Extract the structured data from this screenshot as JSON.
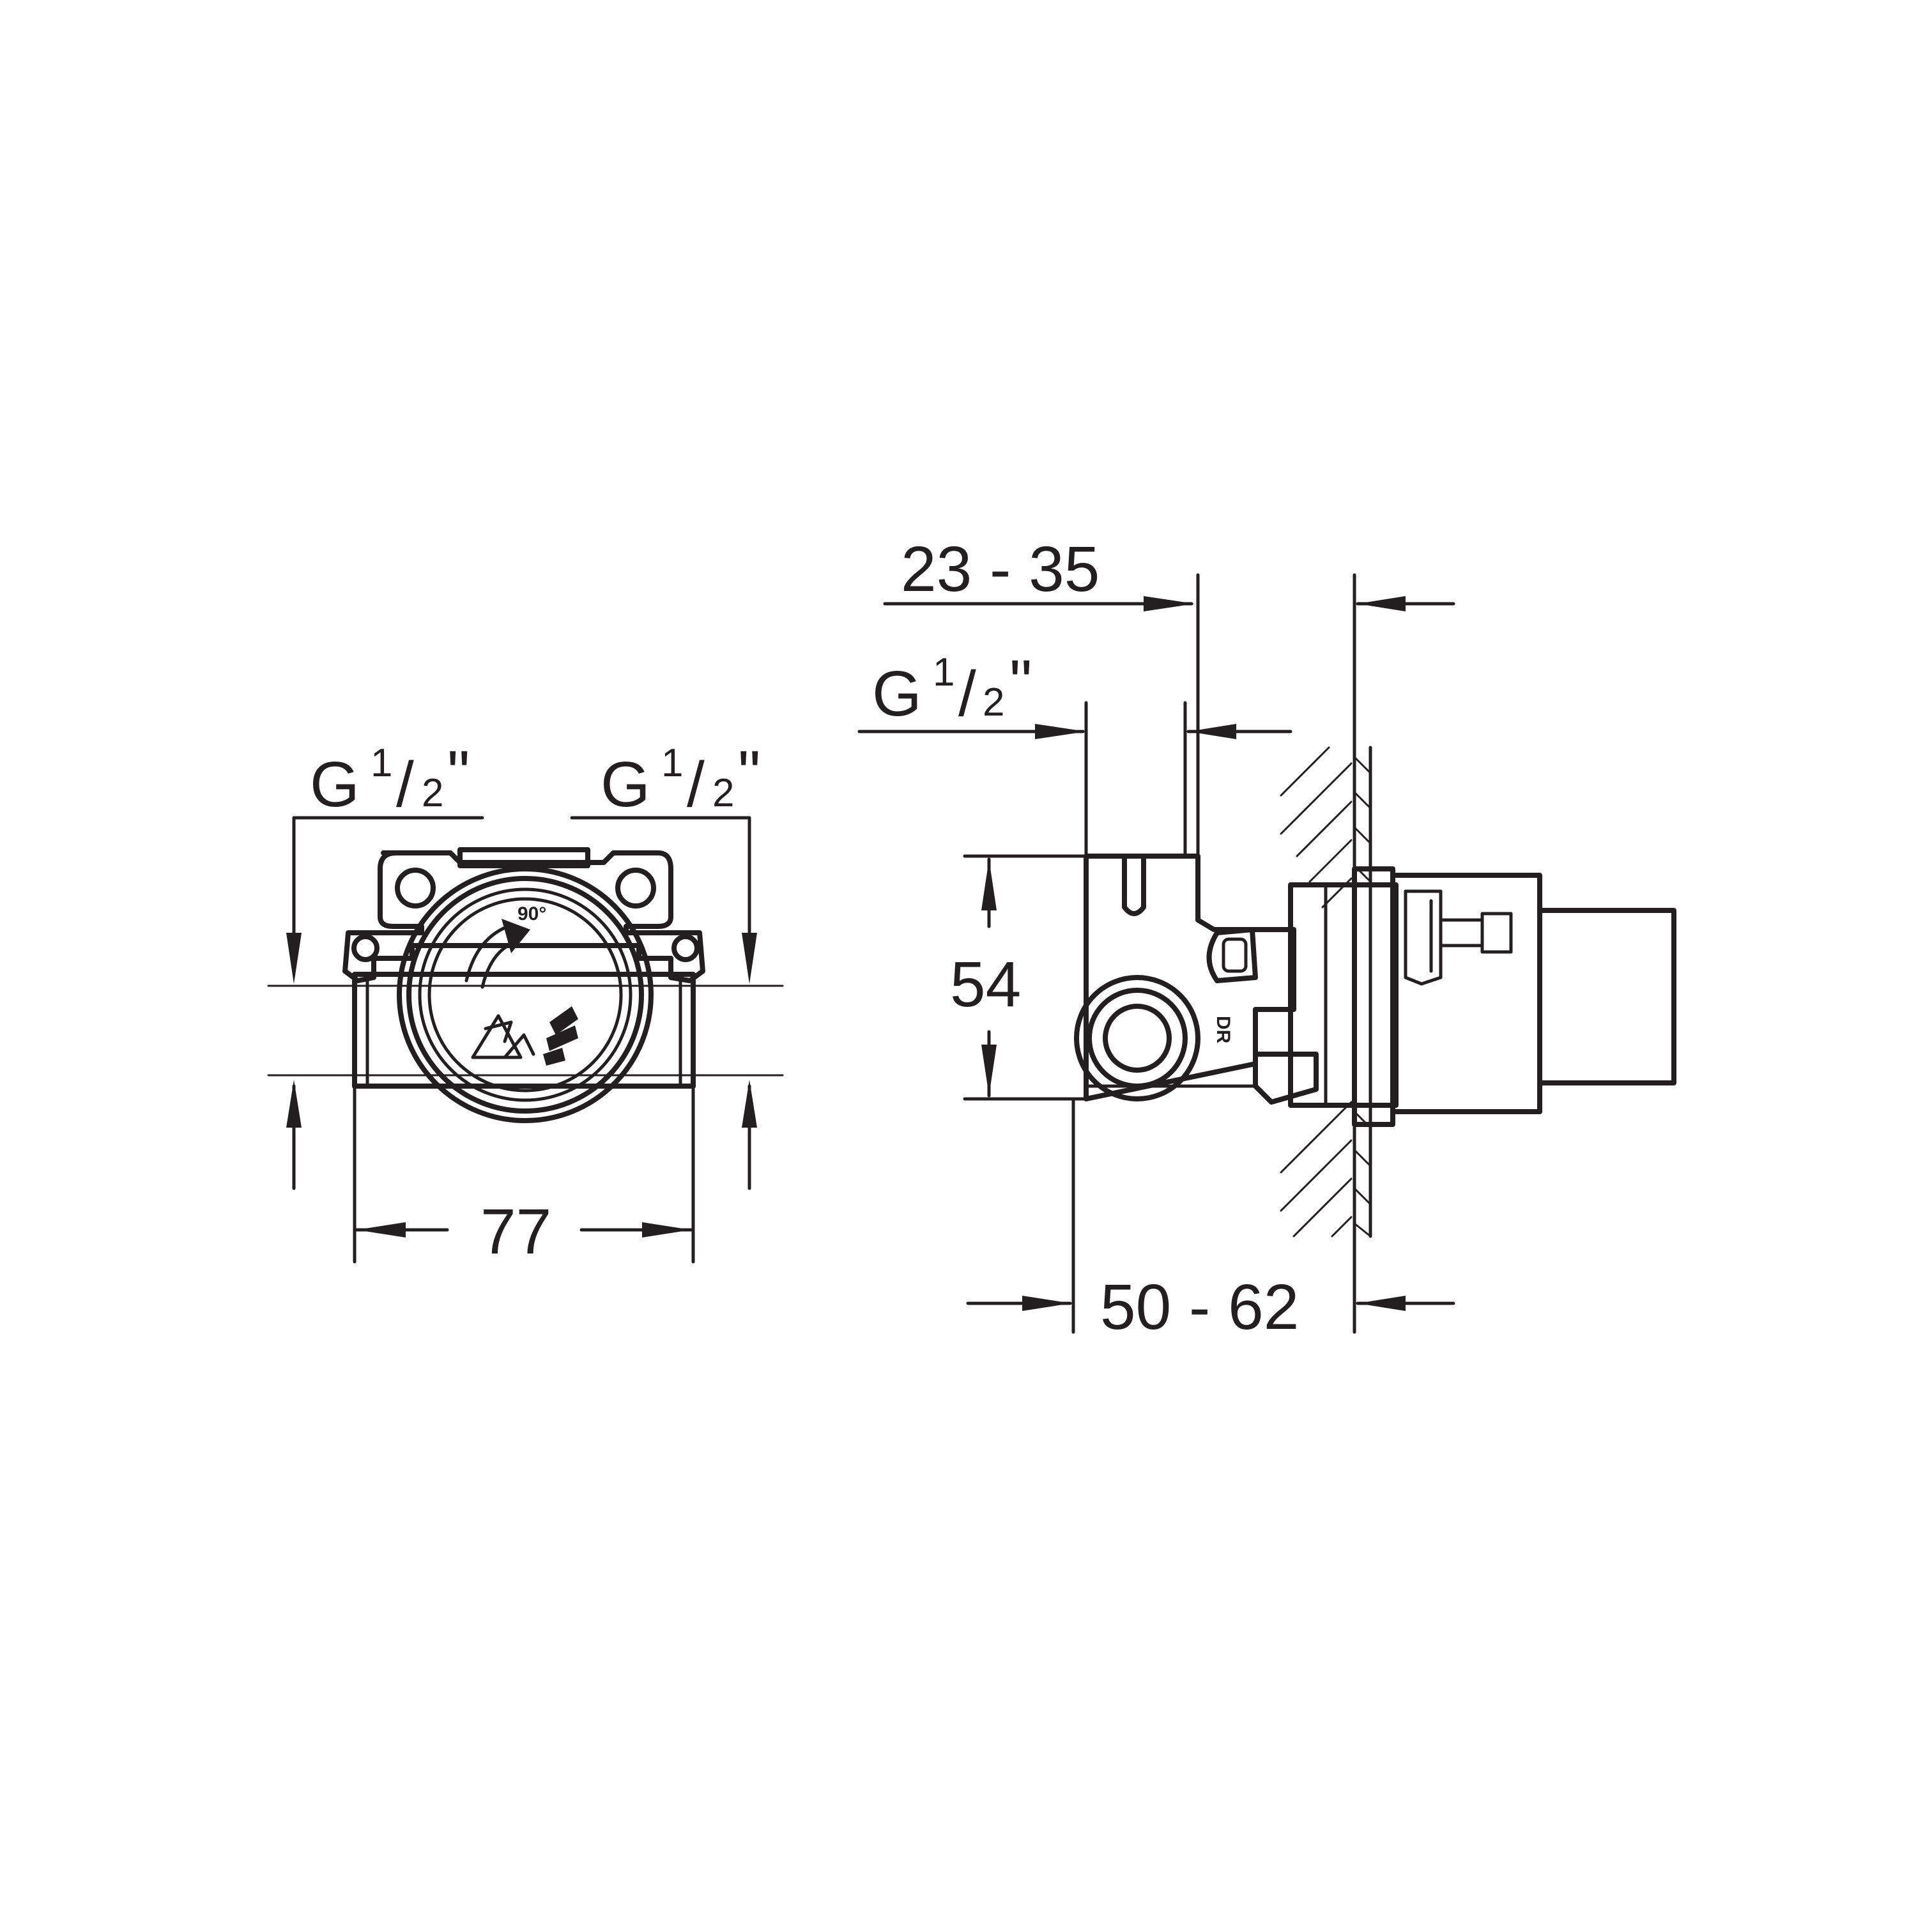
{
  "front_view": {
    "thread_left": {
      "main": "G",
      "num": "1",
      "den": "2",
      "unit": "\""
    },
    "thread_right": {
      "main": "G",
      "num": "1",
      "den": "2",
      "unit": "\""
    },
    "width": "77",
    "angle_mark": "90°"
  },
  "side_view": {
    "wall_range": "23 - 35",
    "thread": {
      "main": "G",
      "num": "1",
      "den": "2",
      "unit": "\""
    },
    "height": "54",
    "depth_range": "50 - 62",
    "port_label": "DR"
  },
  "colors": {
    "line": "#231f20",
    "background": "#ffffff"
  }
}
